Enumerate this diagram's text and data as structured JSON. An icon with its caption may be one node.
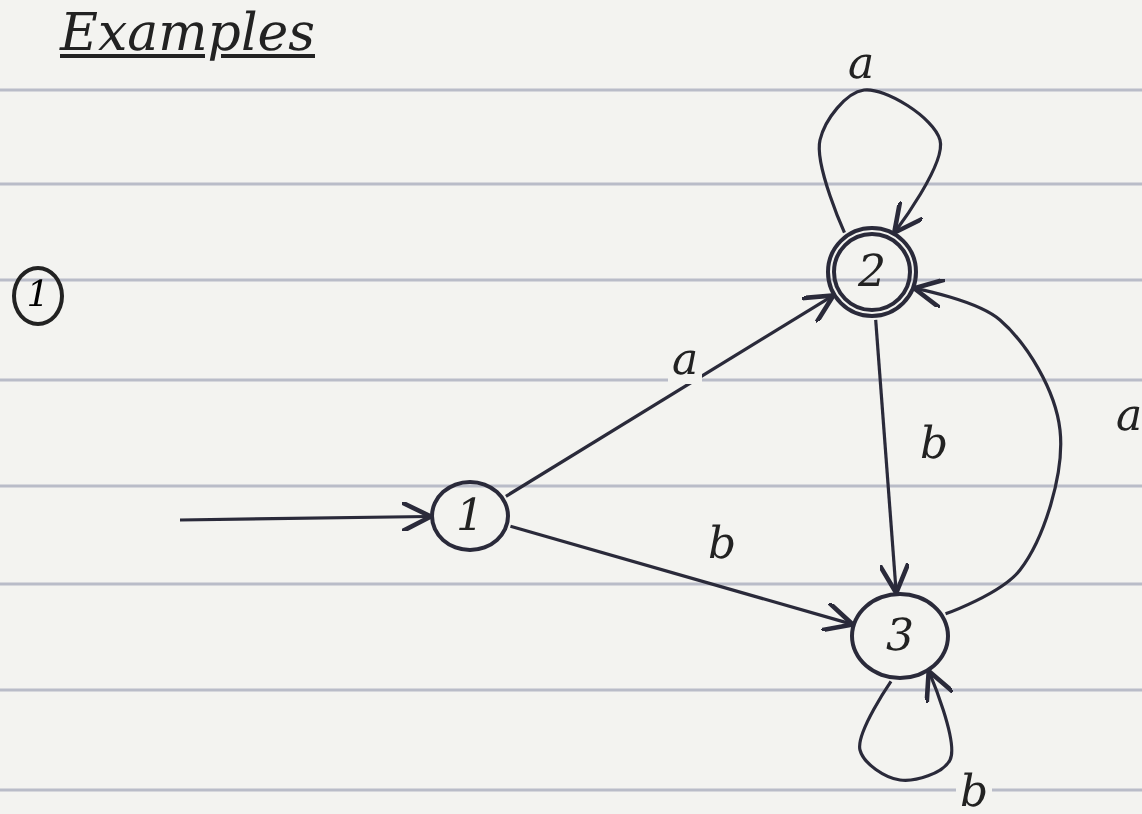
{
  "diagram": {
    "title": "Examples",
    "nodes": [
      {
        "text": [
          "1"
        ]
      },
      {
        "text": [
          "2"
        ]
      },
      {
        "text": [
          "3"
        ]
      }
    ],
    "edges": [
      {
        "from": null,
        "to": 0,
        "arrow": "to"
      },
      {
        "from": 0,
        "to": 1,
        "arrow": "to",
        "label": "a"
      },
      {
        "from": 0,
        "to": 2,
        "arrow": "to",
        "label": "b"
      },
      {
        "from": 1,
        "to": 2,
        "arrow": "to",
        "label": "b"
      },
      {
        "from": 2,
        "to": 1,
        "arrow": "to",
        "label": "a"
      },
      {
        "from": 1,
        "to": 1,
        "arrow": "to",
        "label": "a"
      },
      {
        "from": 2,
        "to": 2,
        "arrow": "to",
        "label": "b"
      }
    ],
    "labels": [
      "1"
    ]
  }
}
